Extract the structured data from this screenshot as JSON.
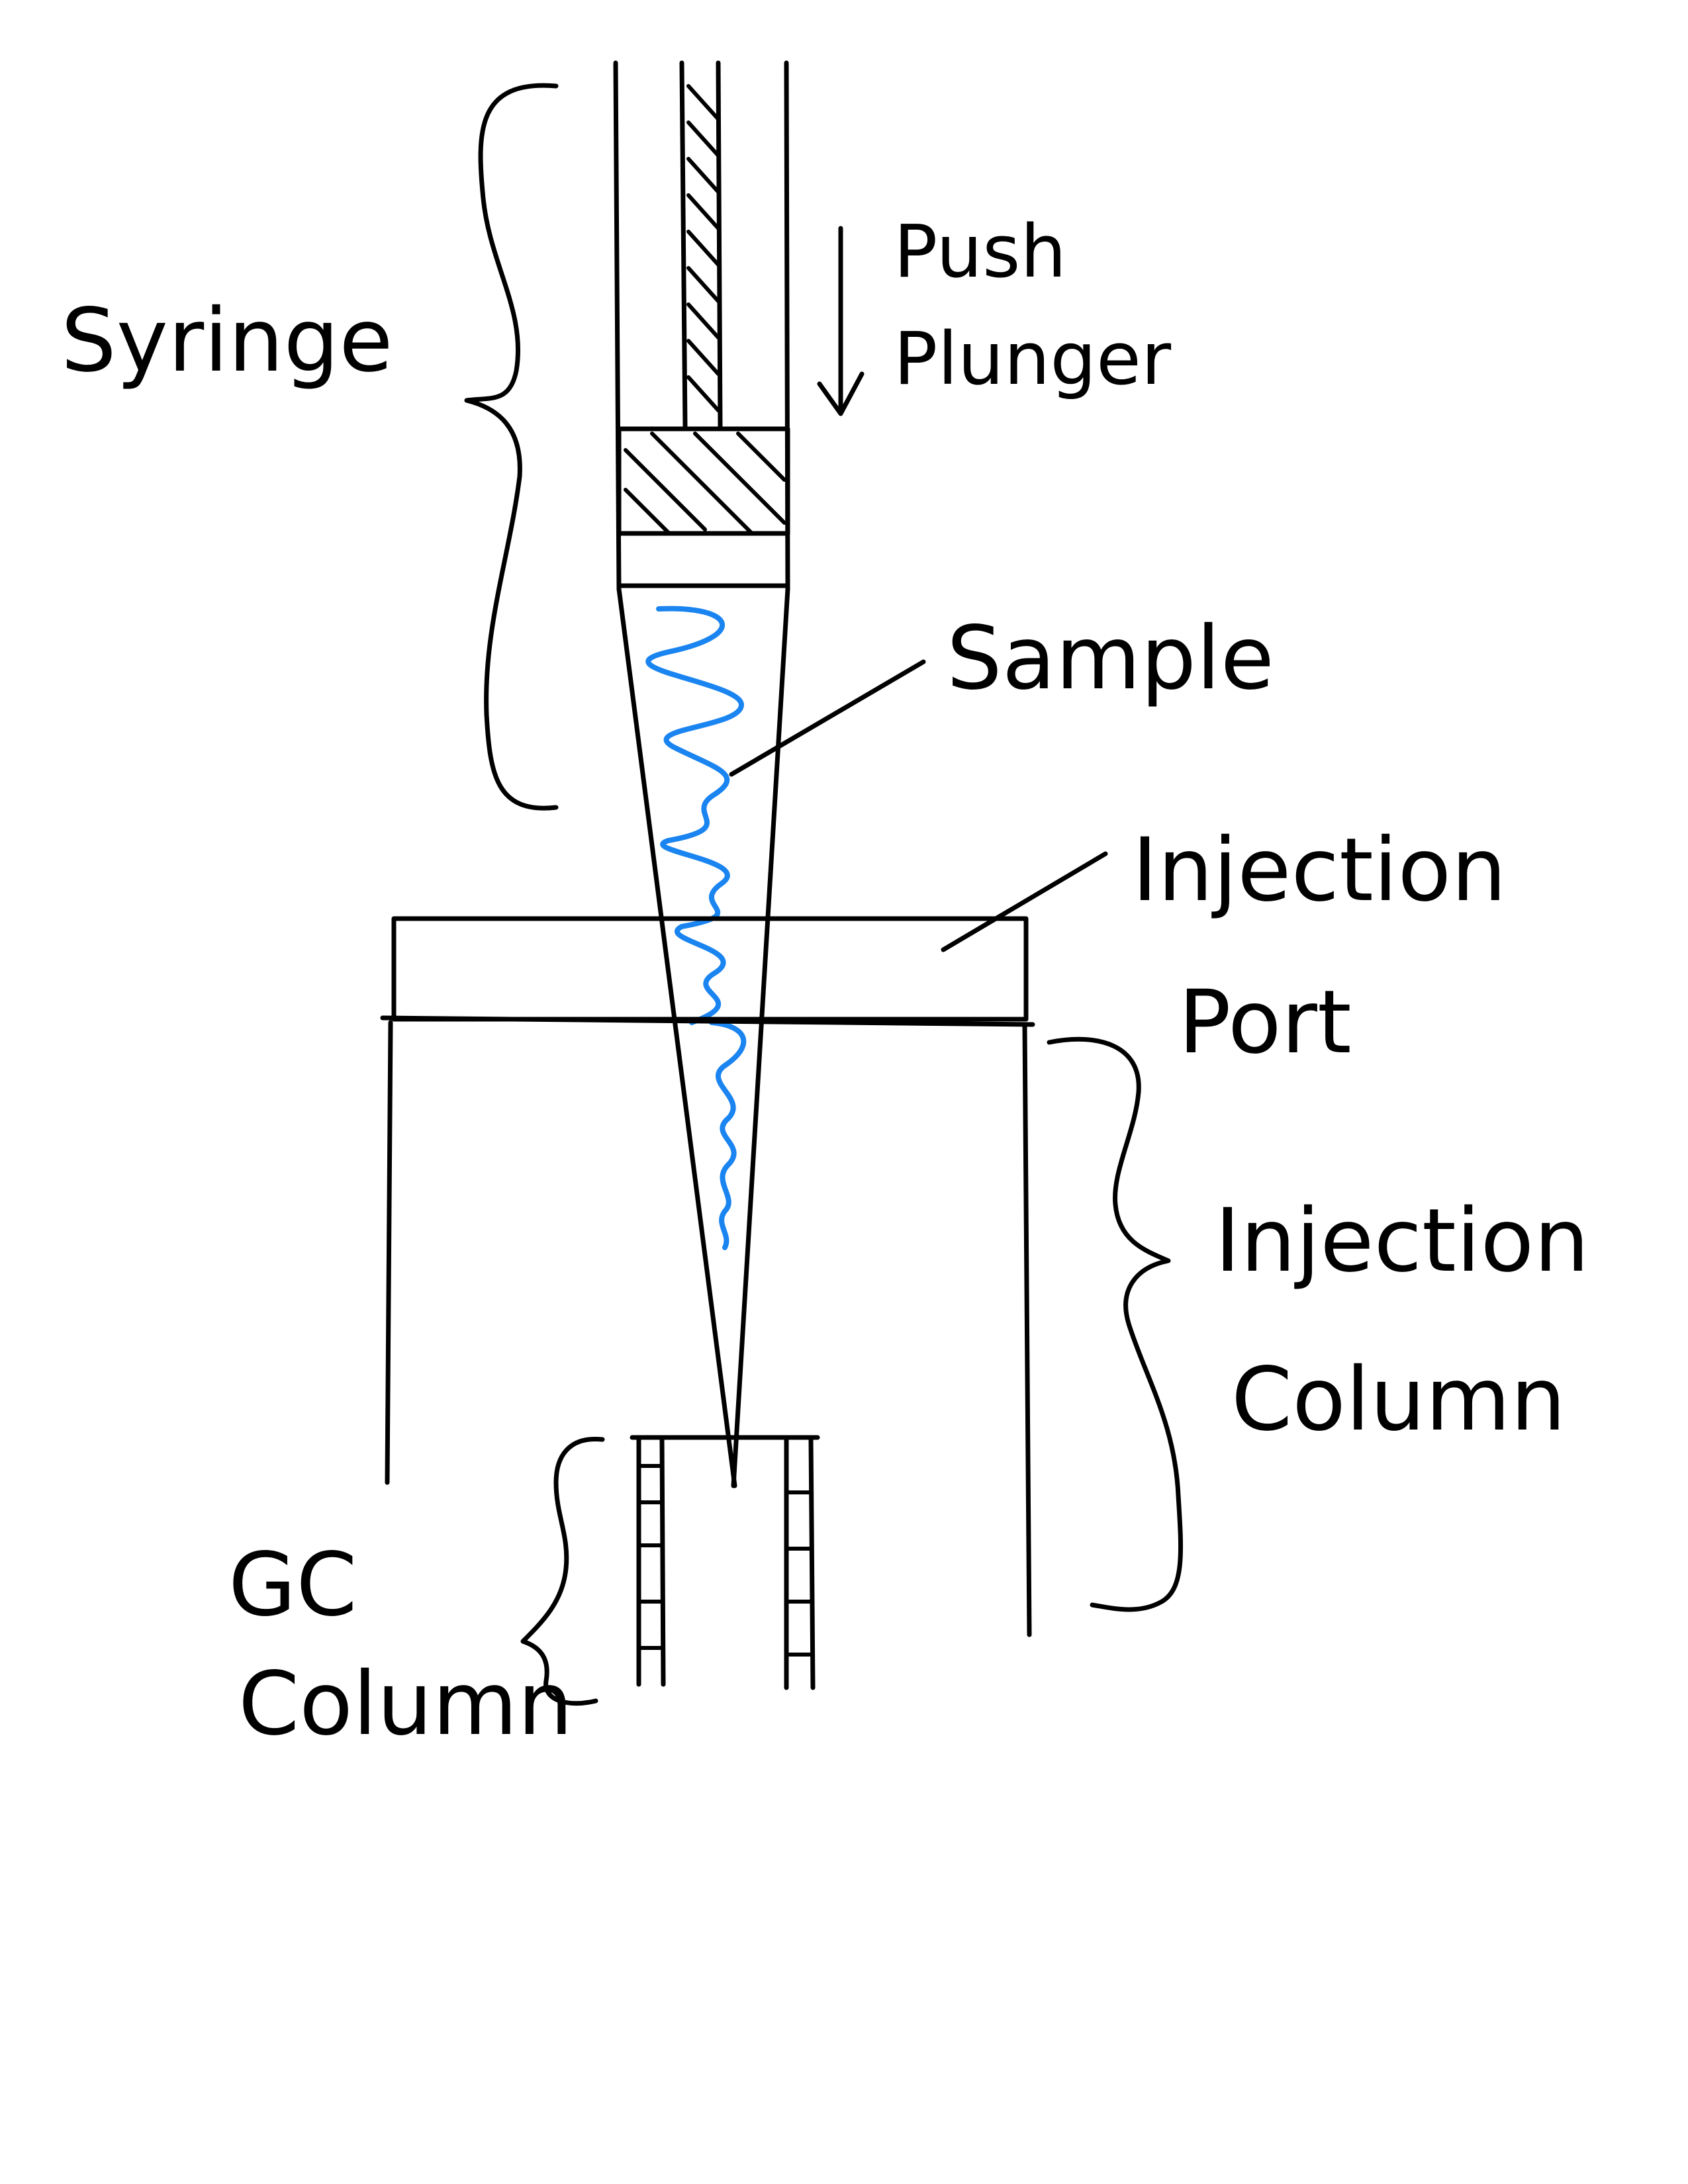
{
  "labels": {
    "syringe": "Syringe",
    "push": "Push",
    "plunger": "Plunger",
    "sample": "Sample",
    "injection_port_line1": "Injection",
    "injection_port_line2": "Port",
    "injection_column_line1": "Injection",
    "injection_column_line2": "Column",
    "gc_column_line1": "GC",
    "gc_column_line2": "Column"
  },
  "colors": {
    "ink": "#000000",
    "sample": "#1a84f0",
    "background": "#ffffff"
  }
}
